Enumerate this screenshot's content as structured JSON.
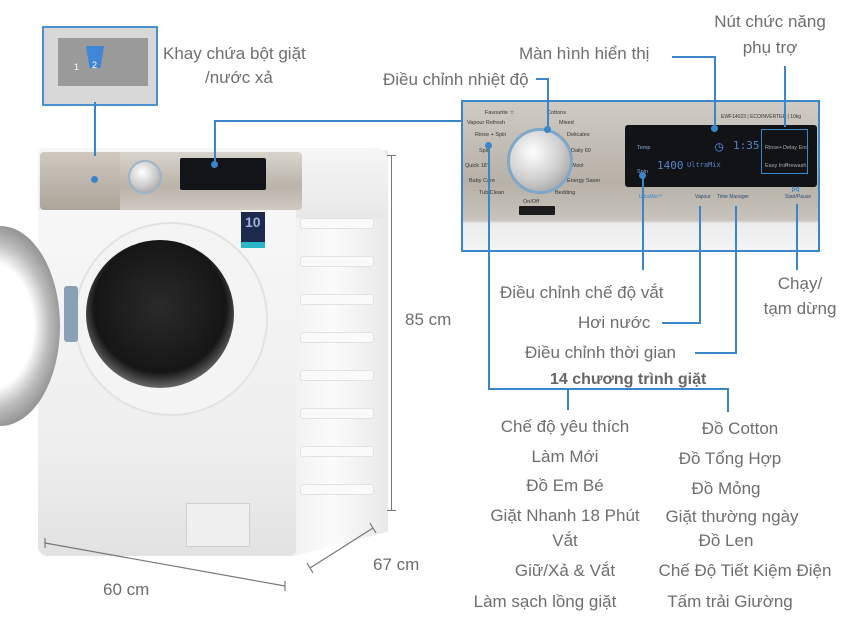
{
  "callouts": {
    "detergent_tray": "Khay chứa bột giặt\n/nước xả",
    "detergent_tray_line1": "Khay chứa bột giặt",
    "detergent_tray_line2": "/nước xả",
    "temperature": "Điều chỉnh nhiệt độ",
    "display": "Màn hình hiển thị",
    "aux_buttons_line1": "Nút chức năng",
    "aux_buttons_line2": "phụ trợ",
    "spin": "Điều chỉnh chế độ vắt",
    "steam": "Hơi nước",
    "time": "Điều chỉnh thời gian",
    "start_pause_line1": "Chạy/",
    "start_pause_line2": "tạm dừng"
  },
  "dimensions": {
    "height": "85 cm",
    "width": "60 cm",
    "depth": "67 cm"
  },
  "programs": {
    "title": "14 chương trình giặt",
    "left": [
      "Chế độ yêu thích",
      "Làm Mới",
      "Đồ Em Bé",
      "Giặt Nhanh 18 Phút",
      "Vắt",
      "Giữ/Xả & Vắt",
      "Làm sạch lồng giặt"
    ],
    "right": [
      "Đồ Cotton",
      "Đồ Tổng Hợp",
      "Đồ Mỏng",
      "Giặt thường ngày",
      "Đồ Len",
      "Chế Độ Tiết Kiệm Điện",
      "Tấm trải Giường"
    ]
  },
  "panel": {
    "model": "EWF14023 | ECOINVERTER | 10kg",
    "dial_programs": [
      "Favourite ☆",
      "Vapour Refresh",
      "Rinse + Spin",
      "Spin",
      "Quick 18'",
      "Baby Care",
      "Tub Clean",
      "Cottons",
      "Mixed",
      "Delicates",
      "Daily 60",
      "Wool",
      "Energy Saver",
      "Bedding"
    ],
    "on_off": "On/Off",
    "lcd_spin": "1400",
    "lcd_time": "1:35",
    "lcd_ultramix": "UltraMix",
    "temp_label": "Temp",
    "spin_label": "Spin",
    "buttons": [
      "UltraMix™",
      "Vapour",
      "Time Manager",
      "Start/Pause"
    ],
    "aux_labels": [
      "Rinse+",
      "Delay End",
      "Easy Iron",
      "Prewash"
    ],
    "dispenser_numbers": [
      "1",
      "2"
    ],
    "energy_rating": "10"
  },
  "colors": {
    "accent_line": "#3a86c8",
    "text": "#6e6e6e"
  }
}
